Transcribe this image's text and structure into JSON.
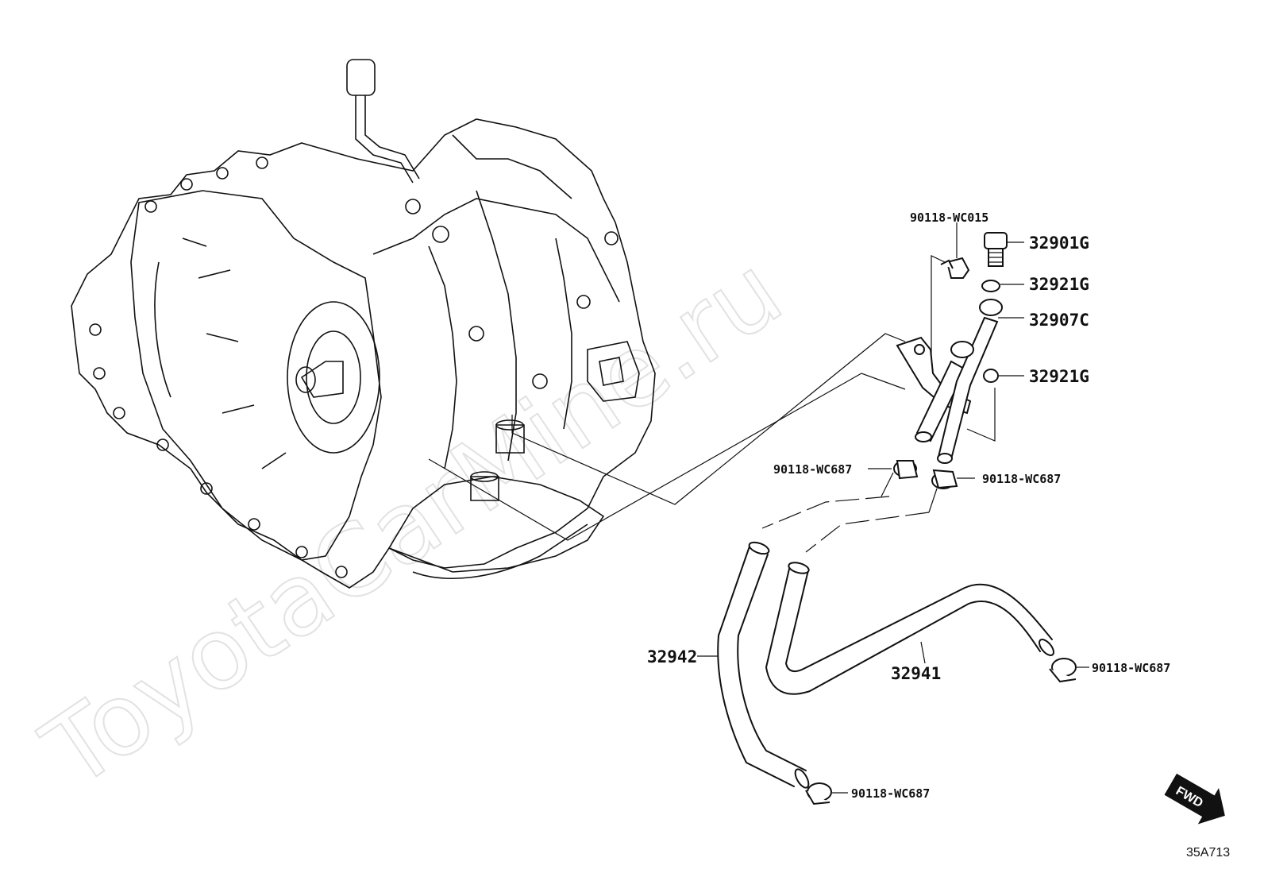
{
  "watermark": "ToyotaCarMine.ru",
  "diagram_code": "35A713",
  "fwd_label": "FWD",
  "parts": {
    "bolt_top": "90118-WC015",
    "plug": "32901G",
    "gasket_upper": "32921G",
    "union_bolt": "32907C",
    "gasket_lower": "32921G",
    "clip_left": "90118-WC687",
    "clip_right": "90118-WC687",
    "clip_end_right": "90118-WC687",
    "clip_end_bottom": "90118-WC687",
    "hose_outlet": "32941",
    "hose_inlet": "32942"
  }
}
